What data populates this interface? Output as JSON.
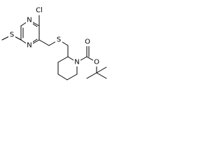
{
  "molecule": {
    "atom_labels": {
      "chlorine": "Cl",
      "ring_n_upper": "N",
      "ring_n_lower": "N",
      "methylthio_s": "S",
      "thioether_s": "S",
      "carbonyl_o": "O",
      "ester_o": "O",
      "piperidine_n": "N"
    },
    "colors": {
      "bond": "#000000",
      "text": "#000000",
      "background": "#ffffff"
    }
  }
}
